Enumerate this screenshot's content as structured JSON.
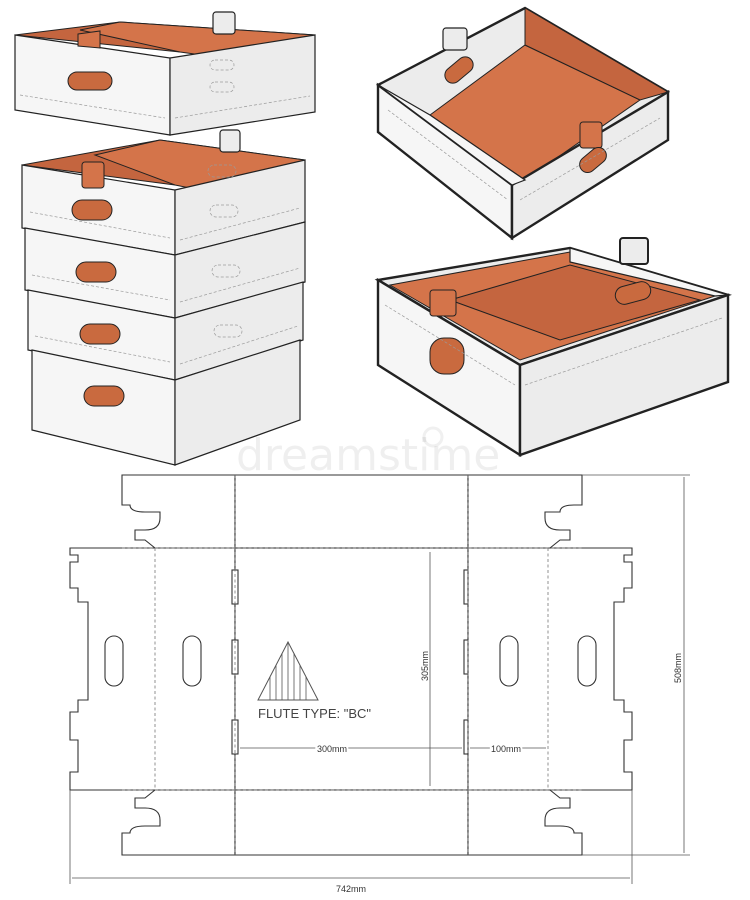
{
  "watermark": "dreamstime",
  "flute_label": "FLUTE TYPE: \"BC\"",
  "dimensions": {
    "width_inner": "300mm",
    "side_depth": "100mm",
    "length_inner": "305mm",
    "total_height": "508mm",
    "total_width": "742mm"
  },
  "colors": {
    "interior": "#d4744a",
    "exterior": "#ececec",
    "outline": "#222222"
  }
}
